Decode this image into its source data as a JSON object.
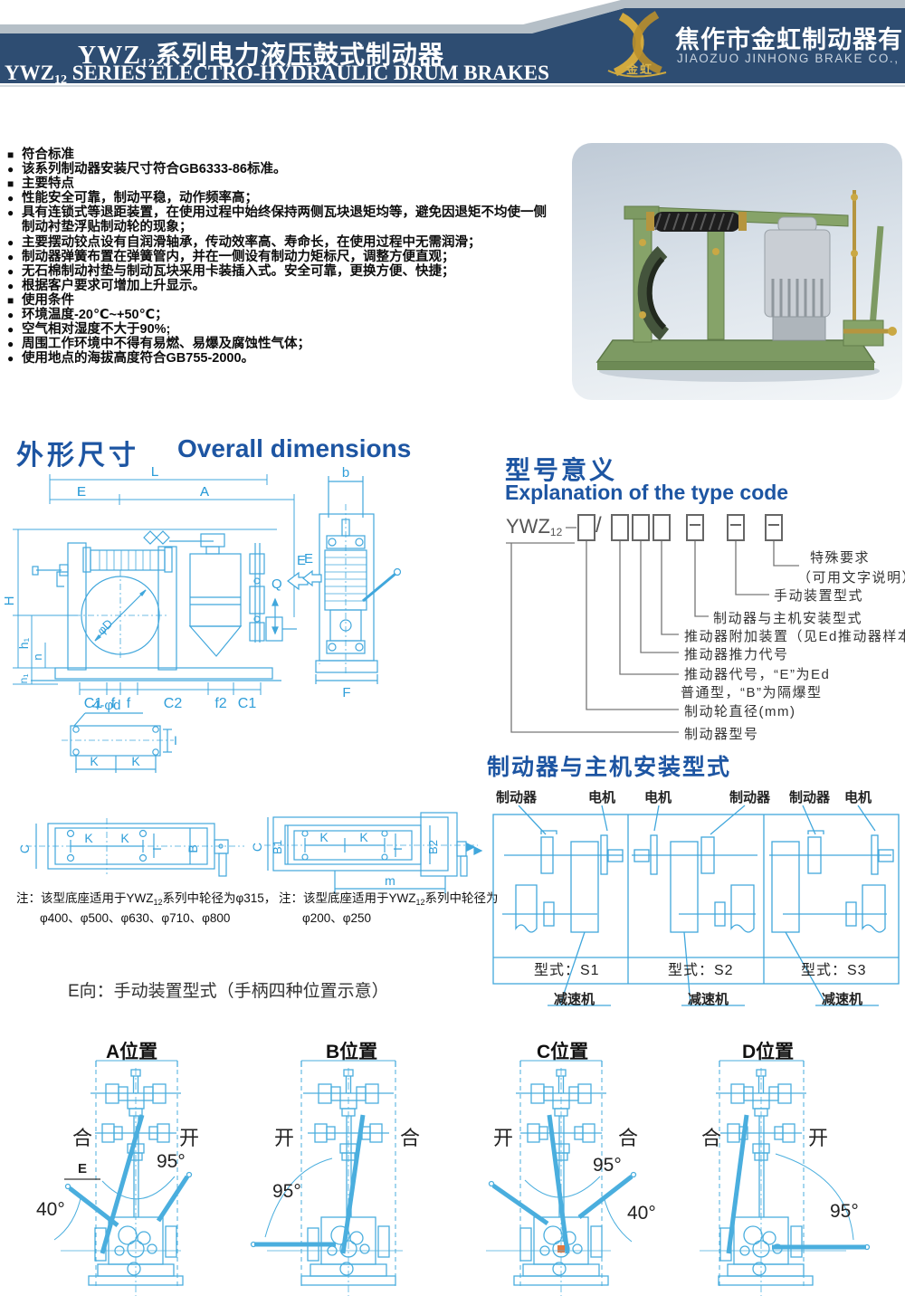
{
  "header": {
    "title_cn_prefix": "YWZ",
    "title_cn_sub": "12",
    "title_cn_rest": "系列电力液压鼓式制动器",
    "title_en_prefix": "YWZ",
    "title_en_sub": "12",
    "title_en_rest": "  SERIES ELECTRO-HYDRAULIC DRUM BRAKES",
    "company_cn": "焦作市金虹制动器有限公司",
    "company_en": "JIAOZUO JINHONG BRAKE CO., LTD",
    "logo_caption": "金虹"
  },
  "features": {
    "items": [
      {
        "m": "■",
        "t": "符合标准"
      },
      {
        "m": "●",
        "t": "该系列制动器安装尺寸符合GB6333-86标准。"
      },
      {
        "m": "■",
        "t": "主要特点"
      },
      {
        "m": "●",
        "t": "性能安全可靠，制动平稳，动作频率高；"
      },
      {
        "m": "●",
        "t": "具有连锁式等退距装置，在使用过程中始终保持两侧瓦块退矩均等，避免因退矩不均使一侧"
      },
      {
        "m": "",
        "t": "制动衬垫浮贴制动轮的现象；"
      },
      {
        "m": "●",
        "t": "主要摆动铰点设有自润滑轴承，传动效率高、寿命长，在使用过程中无需润滑；"
      },
      {
        "m": "●",
        "t": "制动器弹簧布置在弹簧管内，并在一侧设有制动力矩标尺，调整方便直观；"
      },
      {
        "m": "●",
        "t": "无石棉制动衬垫与制动瓦块采用卡装插入式。安全可靠，更换方便、快捷；"
      },
      {
        "m": "●",
        "t": "根据客户要求可增加上升显示。"
      },
      {
        "m": "■",
        "t": "使用条件"
      },
      {
        "m": "●",
        "t": "环境温度-20℃~+50℃；"
      },
      {
        "m": "●",
        "t": "空气相对湿度不大于90%;"
      },
      {
        "m": "●",
        "t": "周围工作环境中不得有易燃、易爆及腐蚀性气体；"
      },
      {
        "m": "●",
        "t": "使用地点的海拔高度符合GB755-2000。"
      }
    ]
  },
  "overall": {
    "title_cn": "外形尺寸",
    "title_en": "Overall dimensions",
    "front": {
      "L": "L",
      "E": "E",
      "A": "A",
      "H": "H",
      "h1": "h₁",
      "n": "n",
      "n1": "n₁",
      "phiD": "φD",
      "Q": "Q",
      "view_e": "E"
    },
    "side": {
      "b": "b",
      "F": "F"
    },
    "dims_bottom": {
      "c1a": "C1",
      "fa": "f",
      "fb": "f",
      "c2": "C2",
      "f2": "f2",
      "c1b": "C1"
    },
    "bolt": {
      "label": "4-φd",
      "K1": "K",
      "K2": "K",
      "I": "I"
    },
    "base1": {
      "C": "C",
      "K1": "K",
      "K2": "K",
      "I": "I",
      "B": "B"
    },
    "base2": {
      "C": "C",
      "B1": "B1",
      "K1": "K",
      "K2": "K",
      "I": "I",
      "B2": "B2",
      "m": "m"
    },
    "note1_pre": "注：该型底座适用于YWZ",
    "note1_sub": "12",
    "note1_post": "系列中轮径为φ315，",
    "note1_line2": "φ400、φ500、φ630、φ710、φ800",
    "note2_pre": "注：该型底座适用于YWZ",
    "note2_sub": "12",
    "note2_post": "系列中轮径为",
    "note2_line2": "φ200、φ250"
  },
  "typecode": {
    "title_cn": "型号意义",
    "title_en": "Explanation of the type code",
    "model_prefix": "YWZ",
    "model_sub": "12",
    "slash": "/",
    "labels": {
      "special_1": "特殊要求",
      "special_2": "（可用文字说明）",
      "manual": "手动装置型式",
      "install": "制动器与主机安装型式",
      "attach": "推动器附加装置（见Ed推动器样本）",
      "thrust": "推动器推力代号",
      "code_1": "推动器代号，“E”为Ed",
      "code_2": "普通型，“B”为隔爆型",
      "diameter": "制动轮直径(mm)",
      "model": "制动器型号"
    }
  },
  "install": {
    "title": "制动器与主机安装型式",
    "labels": {
      "brake1": "制动器",
      "motor1": "电机",
      "motor2": "电机",
      "brake2": "制动器",
      "brake3": "制动器",
      "motor3": "电机"
    },
    "types": {
      "t1": "型式：S1",
      "t2": "型式：S2",
      "t3": "型式：S3"
    },
    "reducer1": "减速机",
    "reducer2": "减速机",
    "reducer3": "减速机"
  },
  "manual": {
    "heading": "E向：手动装置型式（手柄四种位置示意）",
    "a": {
      "title": "A位置",
      "left": "合",
      "right": "开",
      "a95": "95°",
      "a40": "40°",
      "e": "E"
    },
    "b": {
      "title": "B位置",
      "left": "开",
      "right": "合",
      "a95": "95°"
    },
    "c": {
      "title": "C位置",
      "left": "开",
      "right": "合",
      "a95": "95°",
      "a40": "40°"
    },
    "d": {
      "title": "D位置",
      "left": "合",
      "right": "开",
      "a95": "95°"
    }
  },
  "colors": {
    "navy": "#2e4d72",
    "ribbon": "#b5bfc7",
    "section_blue": "#1d55a2",
    "drawing_blue": "#41a7dc"
  }
}
